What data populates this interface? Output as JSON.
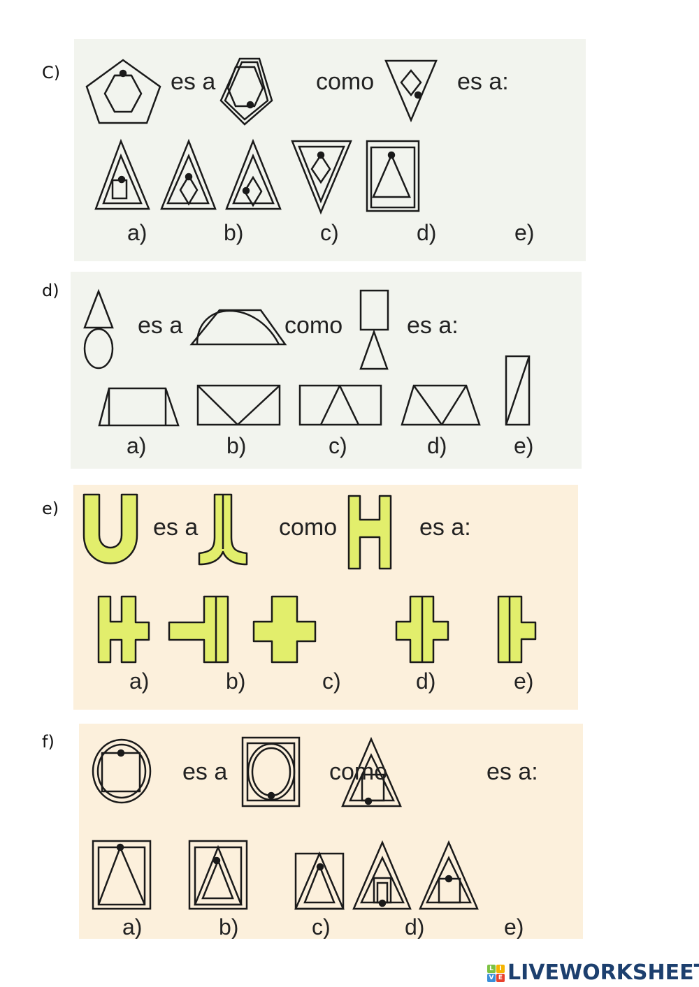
{
  "questions": [
    {
      "label": "C)",
      "bg": "#f2f4ee",
      "text_es_a": "es a",
      "text_como": "como",
      "text_es_a2": "es a:",
      "options": [
        "a)",
        "b)",
        "c)",
        "d)",
        "e)"
      ]
    },
    {
      "label": "d)",
      "bg": "#f2f4ee",
      "text_es_a": "es a",
      "text_como": "como",
      "text_es_a2": "es a:",
      "options": [
        "a)",
        "b)",
        "c)",
        "d)",
        "e)"
      ]
    },
    {
      "label": "e)",
      "bg": "#fcf0dc",
      "shape_fill": "#e2ee6c",
      "text_es_a": "es a",
      "text_como": "como",
      "text_es_a2": "es a:",
      "options": [
        "a)",
        "b)",
        "c)",
        "d)",
        "e)"
      ]
    },
    {
      "label": "f)",
      "bg": "#fcf0dc",
      "text_es_a": "es a",
      "text_como": "como",
      "text_es_a2": "es a:",
      "options": [
        "a)",
        "b)",
        "c)",
        "d)",
        "e)"
      ]
    }
  ],
  "footer": {
    "logo_text": "LIVEWORKSHEETS",
    "logo_letters": [
      "L",
      "I",
      "V",
      "E"
    ],
    "logo_colors": [
      "#7cc242",
      "#f5b400",
      "#3b8fd9",
      "#e8412c"
    ]
  }
}
